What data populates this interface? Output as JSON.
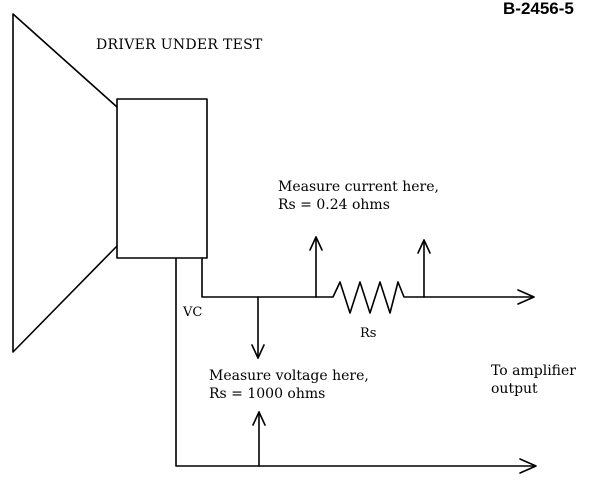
{
  "figure_code": "B-2456-5",
  "title": "DRIVER UNDER TEST",
  "labels": {
    "vc": "VC",
    "rs": "Rs",
    "current_line1": "Measure current here,",
    "current_line2": "Rs = 0.24 ohms",
    "voltage_line1": "Measure voltage here,",
    "voltage_line2": "Rs = 1000 ohms",
    "amp_line1": "To amplifier",
    "amp_line2": "output"
  }
}
